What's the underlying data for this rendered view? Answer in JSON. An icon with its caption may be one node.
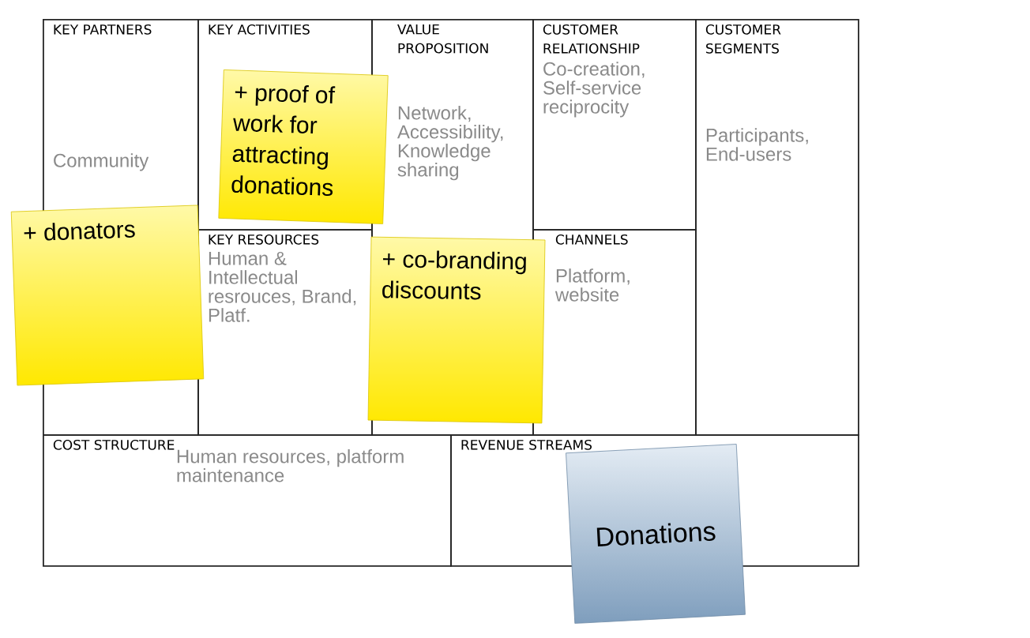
{
  "diagram": {
    "nodes": [
      {
        "text": [
          "KEY PARTNERS",
          "Community"
        ]
      },
      {
        "text": [
          "KEY ACTIVITIES"
        ]
      },
      {
        "text": [
          "VALUE PROPOSITION",
          "Network, Accessibility, Knowledge sharing"
        ]
      },
      {
        "text": [
          "CUSTOMER RELATIONSHIP",
          "Co-creation, Self-service reciprocity"
        ]
      },
      {
        "text": [
          "CUSTOMER SEGMENTS",
          "Participants, End-users"
        ]
      },
      {
        "text": [
          "KEY RESOURCES",
          "Human & Intellectual resrouces, Brand, Platf."
        ]
      },
      {
        "text": [
          "CHANNELS",
          "Platform, website"
        ]
      },
      {
        "text": [
          "COST STRUCTURE",
          "Human resources, platform maintenance"
        ]
      },
      {
        "text": [
          "REVENUE STREAMS"
        ]
      },
      {
        "text": [
          "+ proof of work for attracting donations"
        ]
      },
      {
        "text": [
          "+ donators"
        ]
      },
      {
        "text": [
          "+ co-branding discounts"
        ]
      },
      {
        "text": [
          "Donations"
        ]
      }
    ]
  }
}
